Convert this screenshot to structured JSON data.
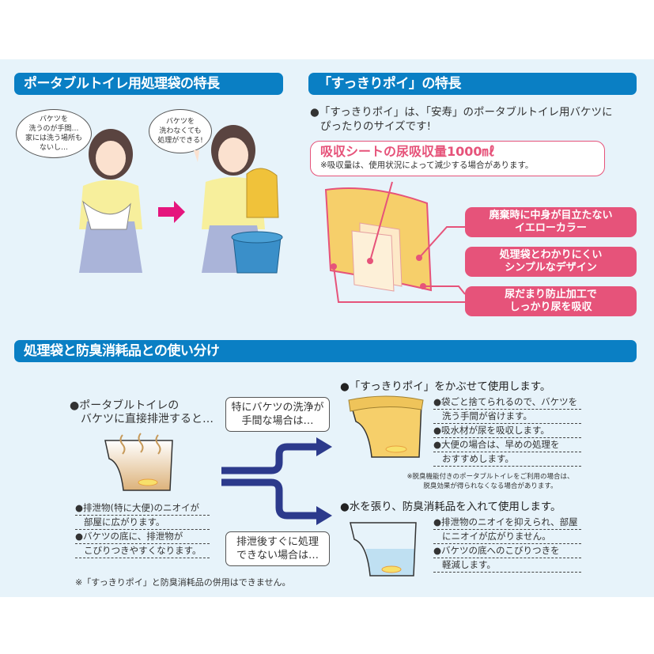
{
  "section1": {
    "title": "ポータブルトイレ用処理袋の特長",
    "bubble_left": "バケツを\n洗うのが手間…\n家には洗う場所も\nないし…",
    "bubble_right": "バケツを\n洗わなくても\n処理ができる!"
  },
  "section2": {
    "title": "「すっきりポイ」の特長",
    "intro_line1": "●「すっきりポイ」は、「安寿」のポータブルトイレ用バケツに",
    "intro_line2": "ぴったりのサイズです!",
    "absorb_title": "吸収シートの尿吸収量1000㎖",
    "absorb_note": "※吸収量は、使用状況によって減少する場合があります。",
    "labels": [
      "廃棄時に中身が目立たない\nイエローカラー",
      "処理袋とわかりにくい\nシンプルなデザイン",
      "尿だまり防止加工で\nしっかり尿を吸収"
    ]
  },
  "section3": {
    "title": "処理袋と防臭消耗品との使い分け",
    "direct_line1": "●ポータブルトイレの",
    "direct_line2": "バケツに直接排泄すると…",
    "direct_points": [
      "●排泄物(特に大便)のニオイが",
      "部屋に広がります。",
      "●バケツの底に、排泄物が",
      "こびりつきやすくなります。"
    ],
    "case_top": "特にバケツの洗浄が\n手間な場合は…",
    "case_bottom": "排泄後すぐに処理\nできない場合は…",
    "footnote": "※「すっきりポイ」と防臭消耗品の併用はできません。",
    "option1": {
      "heading": "●「すっきりポイ」をかぶせて使用します。",
      "points": [
        "●袋ごと捨てられるので、バケツを",
        "洗う手間が省けます。",
        "●吸水材が尿を吸収します。",
        "●大便の場合は、早めの処理を",
        "おすすめします。"
      ],
      "note_line1": "※脱臭機能付きのポータブルトイレをご利用の場合は、",
      "note_line2": "脱臭効果が得られなくなる場合があります。"
    },
    "option2": {
      "heading": "●水を張り、防臭消耗品を入れて使用します。",
      "points": [
        "●排泄物のニオイを抑えられ、部屋",
        "にニオイが広がりません。",
        "●バケツの底へのこびりつきを",
        "軽減します。"
      ]
    }
  },
  "colors": {
    "header_blue": "#0a7fc4",
    "accent_pink": "#e6537a",
    "arrow_navy": "#2c3a8c",
    "bag_yellow": "#f6cf6a"
  }
}
